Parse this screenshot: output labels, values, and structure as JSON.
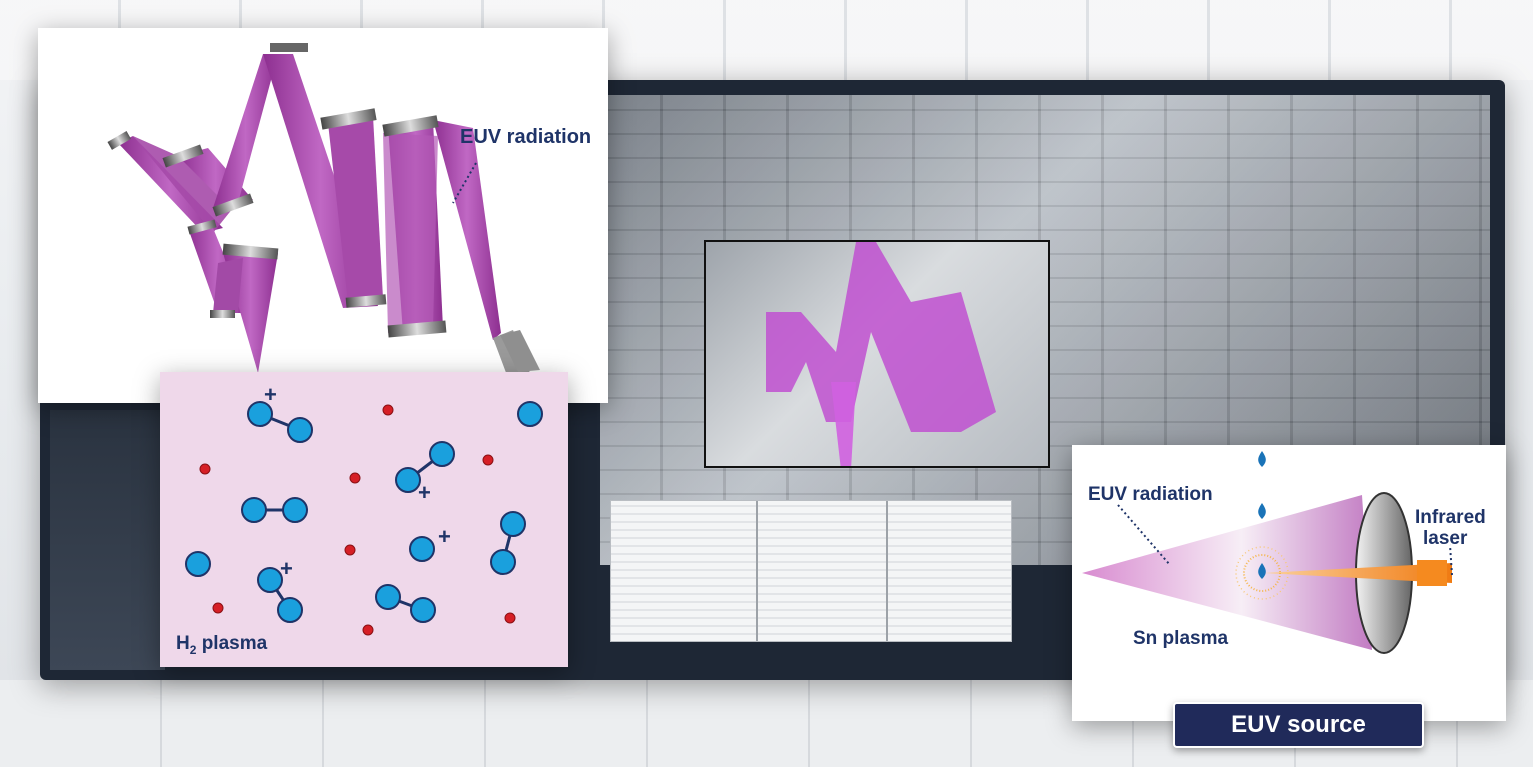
{
  "labels": {
    "euv_radiation_top": "EUV radiation",
    "h2_plasma_prefix": "H",
    "h2_plasma_sub": "2",
    "h2_plasma_suffix": " plasma",
    "euv_radiation_source": "EUV radiation",
    "infrared_line1": "Infrared",
    "infrared_line2": "laser",
    "sn_plasma": "Sn plasma"
  },
  "source_button": {
    "label": "EUV source"
  },
  "colors": {
    "beam_purple": "#9b3a9c",
    "beam_light": "#c066c2",
    "label_navy": "#1f3468",
    "plasma_bg": "#efd8ea",
    "molecule_blue": "#1aa0dd",
    "ion_red": "#d61f26",
    "laser_orange": "#f58a1f",
    "tin_drop_blue": "#1a73b8",
    "button_bg": "#202a5a"
  },
  "icons": {
    "plus_ion": "+",
    "tin_droplet": "droplet-icon"
  }
}
